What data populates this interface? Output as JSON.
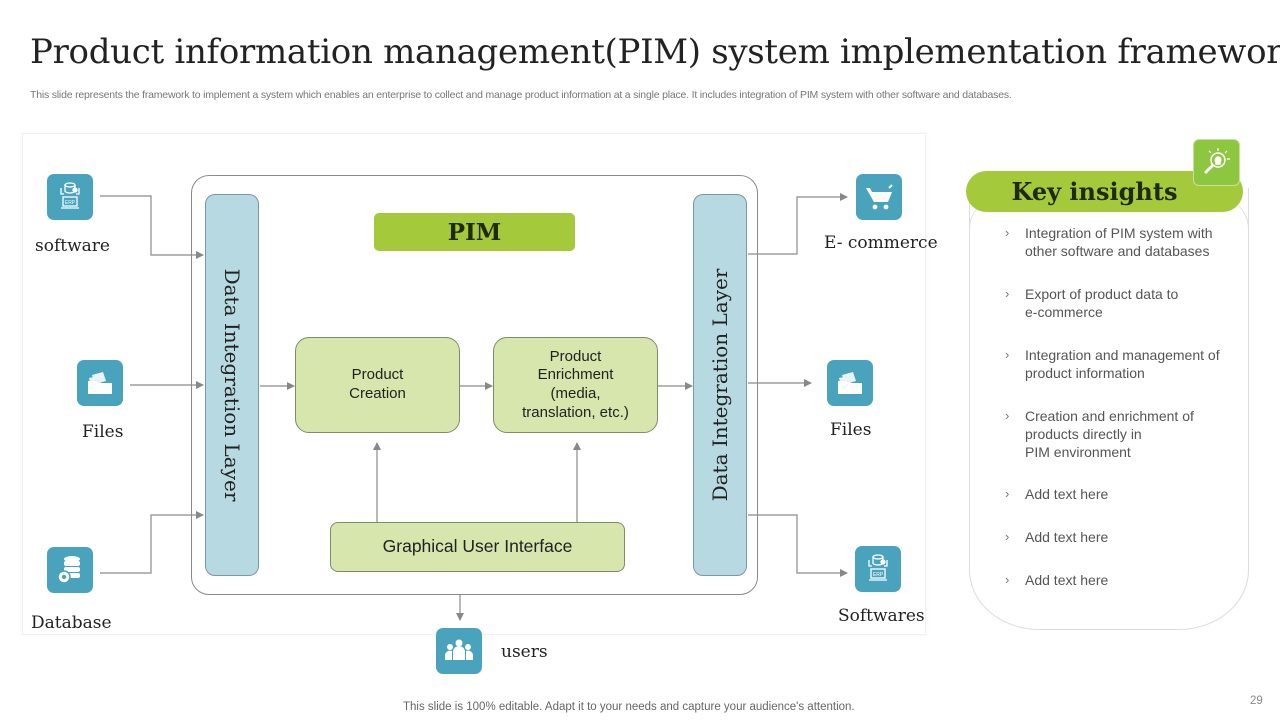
{
  "slide": {
    "title": "Product information management(PIM) system implementation framework",
    "subtitle": "This slide represents the framework to implement a system which enables an enterprise to collect and manage product information at a single place. It includes integration of PIM system with other software and databases.",
    "footer_note": "This slide is 100% editable. Adapt it to your needs and capture your audience's attention.",
    "page_number": "29"
  },
  "diagram": {
    "pim_label": "PIM",
    "left_layer_label": "Data Integration Layer",
    "right_layer_label": "Data Integration Layer",
    "nodes": {
      "product_creation": "Product\nCreation",
      "product_enrichment": "Product\nEnrichment\n(media,\ntranslation, etc.)",
      "gui": "Graphical User Interface"
    },
    "inputs": [
      {
        "label": "software",
        "icon": "erp-software-icon"
      },
      {
        "label": "Files",
        "icon": "folder-files-icon"
      },
      {
        "label": "Database",
        "icon": "database-gear-icon"
      }
    ],
    "outputs": [
      {
        "label": "E- commerce",
        "icon": "shopping-cart-icon"
      },
      {
        "label": "Files",
        "icon": "folder-files-icon"
      },
      {
        "label": "Softwares",
        "icon": "erp-software-icon"
      }
    ],
    "bottom": {
      "label": "users",
      "icon": "users-group-icon"
    },
    "colors": {
      "accent_green": "#a4c93a",
      "node_fill": "#d6e6ad",
      "layer_fill": "#b7d9e2",
      "icon_tile": "#4aa3bd"
    }
  },
  "insights": {
    "title": "Key  insights",
    "icon": "lightbulb-magnifier-icon",
    "items": [
      "Integration of PIM system with other software and databases",
      "Export of product data to\ne-commerce",
      "Integration and management of product information",
      "Creation and enrichment of\nproducts directly in\nPIM environment",
      "Add text here",
      "Add text here",
      "Add text here"
    ],
    "bullet_glyph": "›"
  }
}
